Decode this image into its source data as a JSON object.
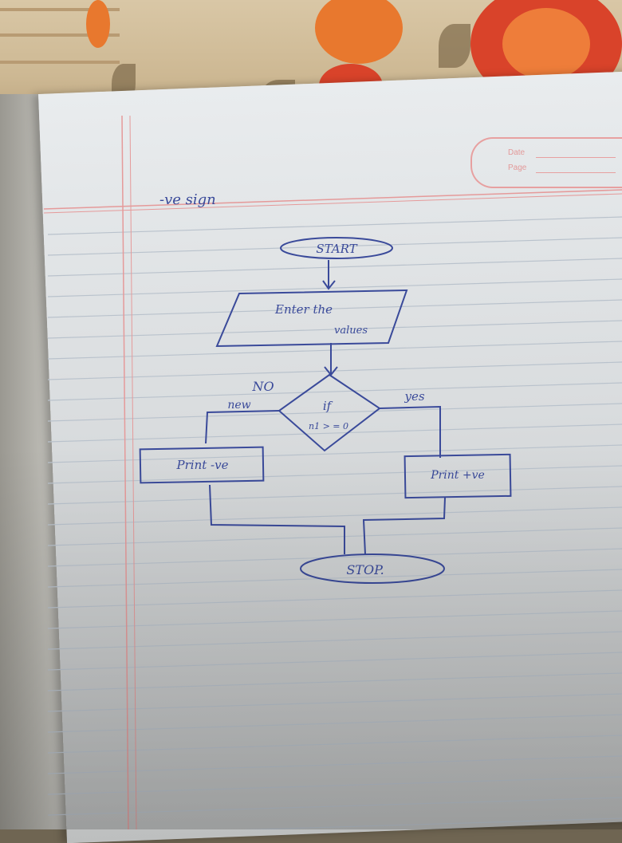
{
  "page_header": {
    "date_label": "Date",
    "page_label": "Page"
  },
  "heading": "-ve sign",
  "flowchart": {
    "start": "START",
    "input": {
      "line1": "Enter the",
      "line2": "values"
    },
    "decision": {
      "line1": "if",
      "line2": "n1 > = 0"
    },
    "no_label": "NO",
    "no_text": "new",
    "yes_label": "yes",
    "left_output": "Print -ve",
    "right_output": "Print +ve",
    "stop": "STOP."
  },
  "colors": {
    "ink": "#3a4a9a",
    "margin_line": "#e59a9a",
    "ruling": "#b9c2cc"
  }
}
